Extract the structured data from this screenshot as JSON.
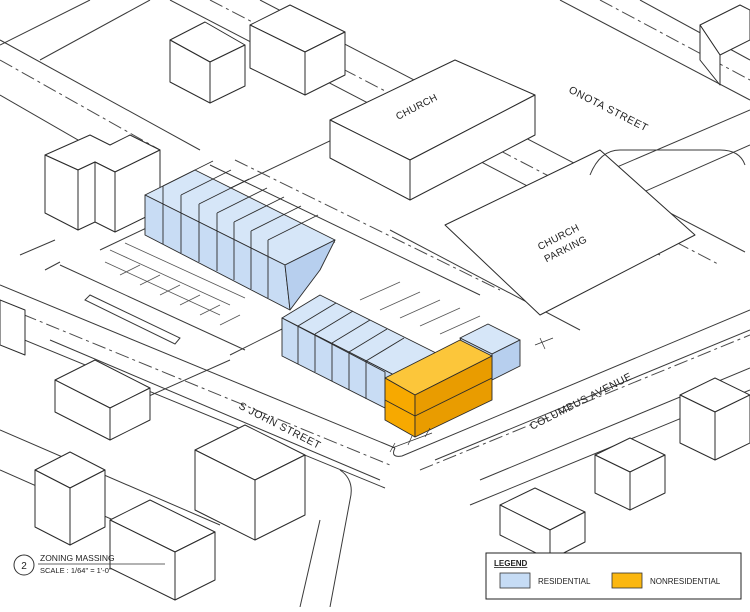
{
  "labels": {
    "church": "CHURCH",
    "church_parking_1": "CHURCH",
    "church_parking_2": "PARKING",
    "onota_street": "ONOTA STREET",
    "s_john_street": "S JOHN STREET",
    "columbus_avenue": "COLUMBUS AVENUE"
  },
  "title_block": {
    "number": "2",
    "title": "ZONING MASSING",
    "scale": "SCALE : 1/64\" = 1'-0\""
  },
  "legend": {
    "heading": "LEGEND",
    "items": [
      {
        "label": "RESIDENTIAL",
        "color": "#c6dcf5"
      },
      {
        "label": "NONRESIDENTIAL",
        "color": "#fbb710"
      }
    ]
  },
  "colors": {
    "residential_top": "#d6e6f8",
    "residential_side": "#b7cfee",
    "residential_front": "#c8dcf4",
    "nonresidential_top": "#fcc63a",
    "nonresidential_front": "#f7a900",
    "nonresidential_side": "#e99c00"
  }
}
